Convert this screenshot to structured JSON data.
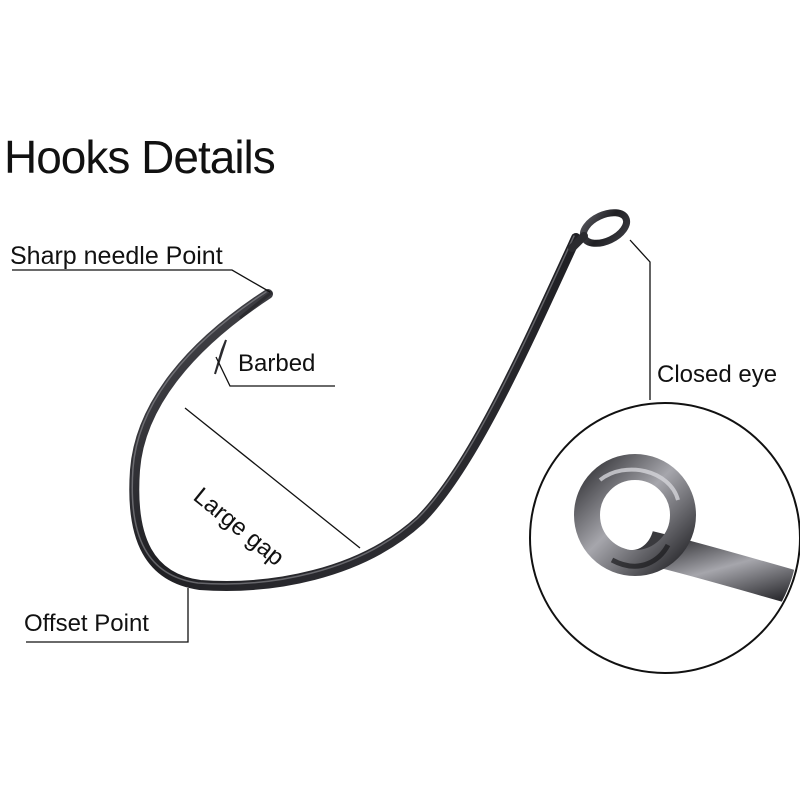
{
  "title": "Hooks Details",
  "labels": {
    "needle_point": "Sharp needle Point",
    "barbed": "Barbed",
    "large_gap": "Large gap",
    "closed_eye": "Closed eye",
    "offset_point": "Offset Point"
  },
  "colors": {
    "hook_metal": "#2b2b2f",
    "hook_highlight": "#8a8a90",
    "leader_line": "#111111",
    "text": "#111111",
    "background": "#ffffff"
  }
}
